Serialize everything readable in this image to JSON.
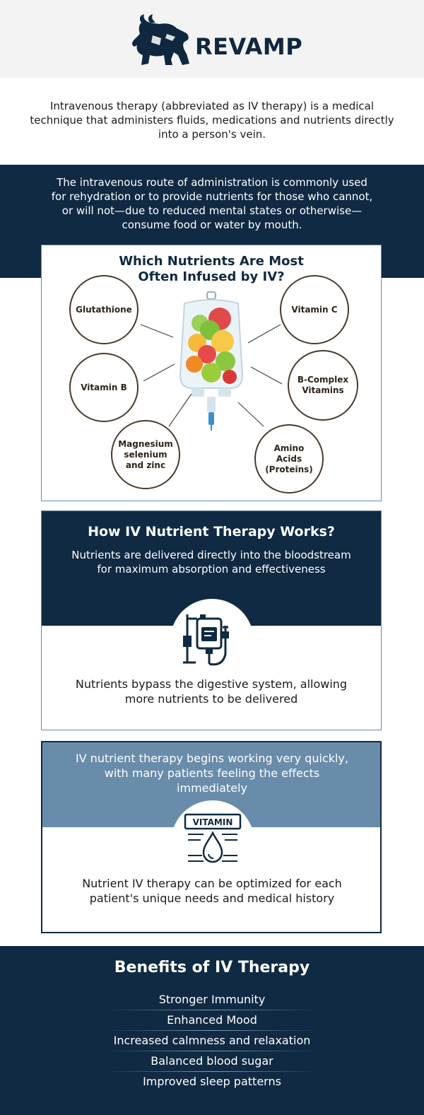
{
  "brand": {
    "name": "REVAMP"
  },
  "intro": {
    "text": "Intravenous therapy (abbreviated as IV therapy) is a medical technique that administers fluids, medications and nutrients directly into a person's vein."
  },
  "band": {
    "text": "The intravenous route of administration is commonly used for rehydration or to provide nutrients for those who cannot, or will not—due to reduced mental states or otherwise—consume food or water by mouth."
  },
  "nutrients": {
    "title_line1": "Which Nutrients Are Most",
    "title_line2": "Often Infused by IV?",
    "items": [
      "Glutathione",
      "Vitamin C",
      "Vitamin B",
      "B-Complex Vitamins",
      "Magnesium selenium and zinc",
      "Amino Acids (Proteins)"
    ]
  },
  "how_it_works": {
    "title": "How IV Nutrient Therapy Works?",
    "subtitle": "Nutrients are delivered directly into the bloodstream for maximum absorption and effectiveness",
    "bottom": "Nutrients bypass the digestive system, allowing more nutrients to be delivered"
  },
  "speed": {
    "top": "IV nutrient therapy begins working very quickly, with many patients feeling the effects immediately",
    "icon_label": "VITAMIN",
    "bottom": "Nutrient IV therapy can be optimized for each patient's unique needs and medical history"
  },
  "benefits": {
    "title": "Benefits of IV Therapy",
    "items": [
      "Stronger Immunity",
      "Enhanced Mood",
      "Increased calmness and relaxation",
      "Balanced blood sugar",
      "Improved sleep patterns"
    ]
  },
  "colors": {
    "navy": "#0f2a42",
    "steel_blue": "#6a8cab",
    "header_bg": "#f3f3f3",
    "circle_border": "#4a3a2c"
  }
}
